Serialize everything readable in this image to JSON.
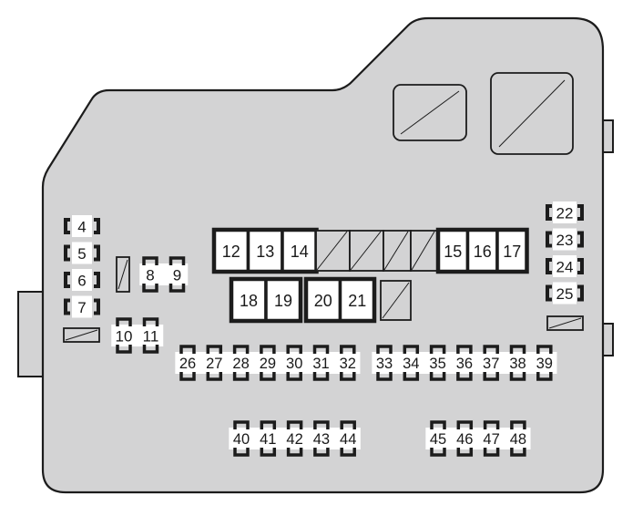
{
  "diagram": {
    "title": "Fuse box layout",
    "colors": {
      "body": "#d3d3d4",
      "outline": "#1c1c1c",
      "label_bg": "#ffffff",
      "text": "#1a1a1a"
    },
    "left_column_fuses": [
      "4",
      "5",
      "6",
      "7"
    ],
    "small_fuses_upper": [
      "8",
      "9"
    ],
    "small_fuses_lower": [
      "10",
      "11"
    ],
    "block_fuses_row1_left": [
      "12",
      "13",
      "14"
    ],
    "block_fuses_row1_right": [
      "15",
      "16",
      "17"
    ],
    "block_fuses_row2_a": [
      "18",
      "19"
    ],
    "block_fuses_row2_b": [
      "20",
      "21"
    ],
    "right_column_fuses": [
      "22",
      "23",
      "24",
      "25"
    ],
    "mini_fuses_row_a": [
      "26",
      "27",
      "28",
      "29",
      "30",
      "31",
      "32"
    ],
    "mini_fuses_row_b": [
      "33",
      "34",
      "35",
      "36",
      "37",
      "38",
      "39"
    ],
    "mini_fuses_bottom_a": [
      "40",
      "41",
      "42",
      "43",
      "44"
    ],
    "mini_fuses_bottom_b": [
      "45",
      "46",
      "47",
      "48"
    ],
    "empty_slot_count_row1": 4
  }
}
